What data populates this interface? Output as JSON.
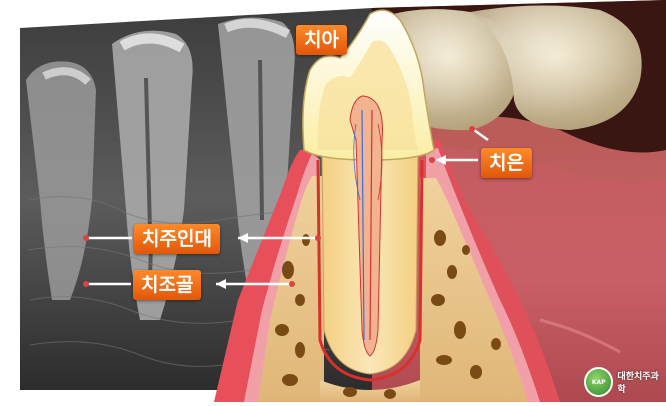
{
  "labels": {
    "tooth": "치아",
    "gingiva": "치은",
    "ligament": "치주인대",
    "bone": "치조골"
  },
  "logo": {
    "badge": "KAP",
    "text": "대한치주과학"
  },
  "colors": {
    "label_bg": "#f06a16",
    "enamel": "#fff6c8",
    "dentin": "#f6dca0",
    "bone": "#e8c48a",
    "gum": "#d84a4a",
    "pulp": "#f1b38f"
  }
}
